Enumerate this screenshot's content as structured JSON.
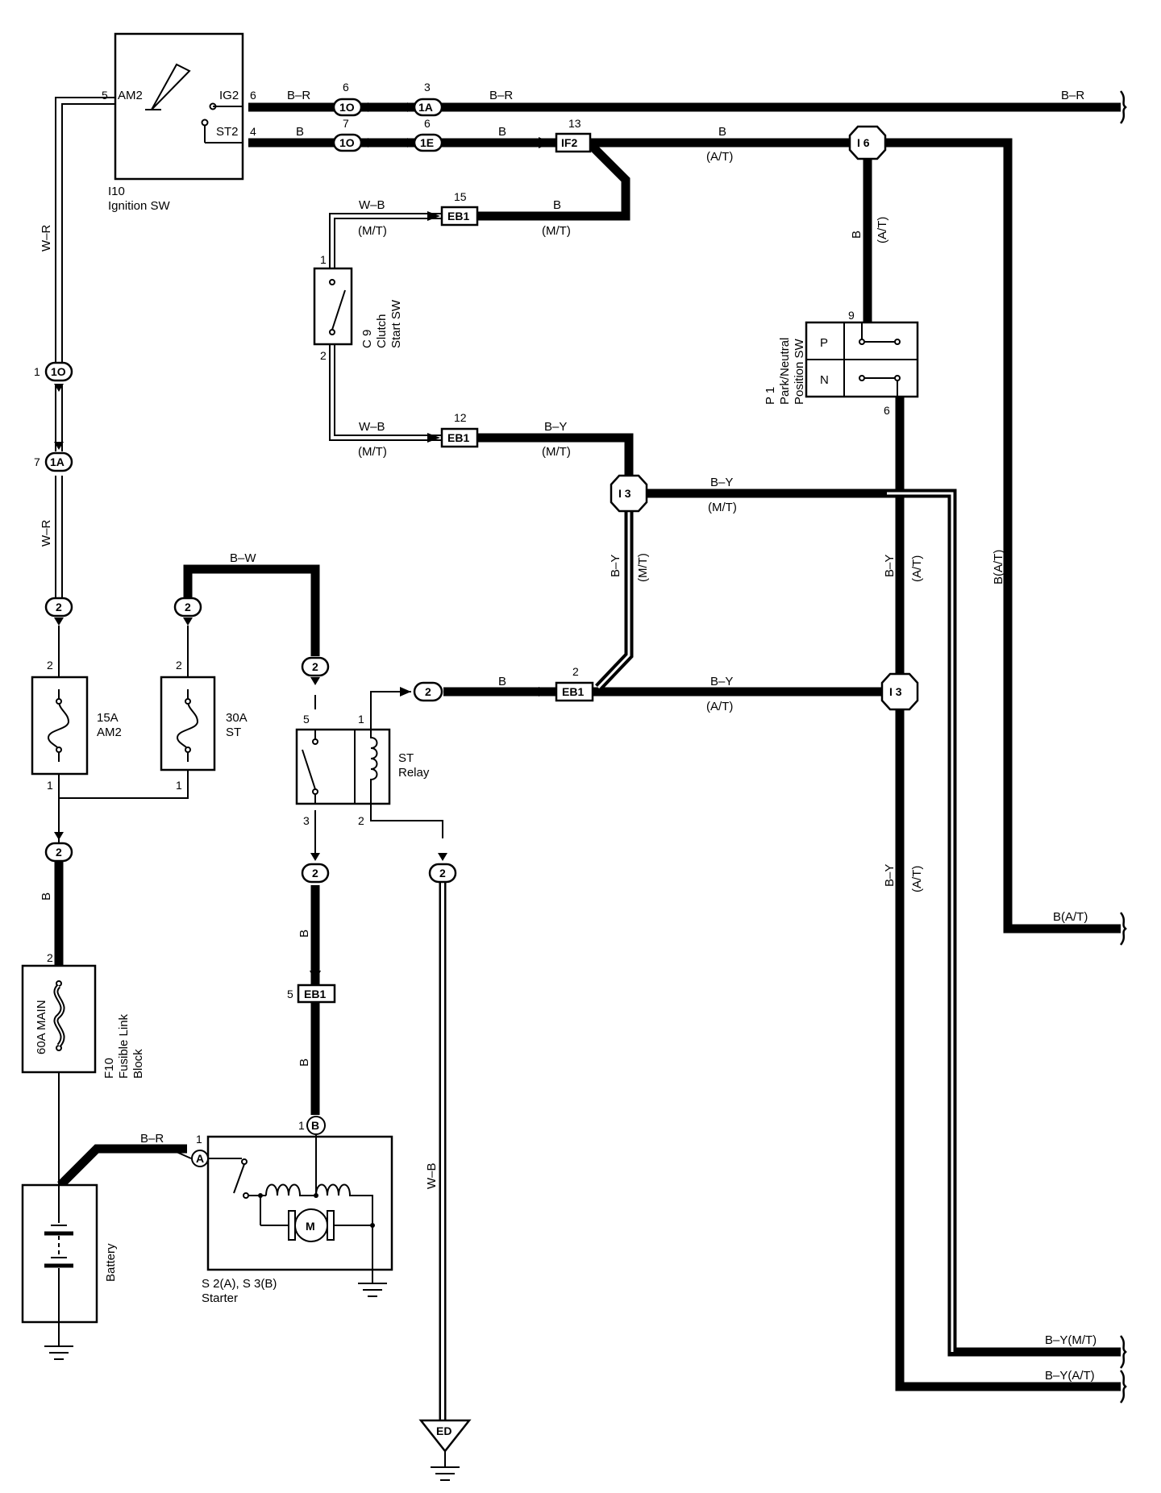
{
  "components": {
    "ignition_sw": {
      "id": "I10",
      "name": "Ignition SW",
      "terminals": {
        "am2": "AM2",
        "ig2": "IG2",
        "st2": "ST2"
      },
      "pins": {
        "am2": "5",
        "ig2": "6",
        "st2": "4"
      }
    },
    "clutch_sw": {
      "id": "C 9",
      "name_line1": "Clutch",
      "name_line2": "Start SW",
      "pins": {
        "top": "1",
        "bottom": "2"
      }
    },
    "pn_sw": {
      "id": "P 1",
      "name_line1": "Park/Neutral",
      "name_line2": "Position SW",
      "positions": [
        "P",
        "N"
      ],
      "pins": {
        "top": "9",
        "bottom": "6"
      }
    },
    "fuse_am2": {
      "rating": "15A",
      "name": "AM2",
      "pins": {
        "top": "2",
        "bottom": "1"
      }
    },
    "fuse_st": {
      "rating": "30A",
      "name": "ST",
      "pins": {
        "top": "2",
        "bottom": "1"
      }
    },
    "st_relay": {
      "name_line1": "ST",
      "name_line2": "Relay",
      "pins": {
        "p5": "5",
        "p1": "1",
        "p3": "3",
        "p2": "2"
      }
    },
    "fusible_link": {
      "id": "F10",
      "rating": "60A MAIN",
      "name_line1": "Fusible Link",
      "name_line2": "Block",
      "pin": "2"
    },
    "battery": {
      "name": "Battery"
    },
    "starter": {
      "id_line": "S 2(A), S 3(B)",
      "name": "Starter",
      "motor": "M",
      "terminal_a": "A",
      "terminal_b": "B",
      "pin_a": "1",
      "pin_b": "1"
    },
    "ground": {
      "name": "ED"
    }
  },
  "connectors": {
    "c_1o_ig": {
      "label": "1O",
      "pin": "6"
    },
    "c_1a_ig": {
      "label": "1A",
      "pin": "3"
    },
    "c_1o_st": {
      "label": "1O",
      "pin": "7"
    },
    "c_1e_st": {
      "label": "1E",
      "pin": "6"
    },
    "c_if2": {
      "label": "IF2",
      "pin": "13"
    },
    "c_i6": {
      "label": "I 6"
    },
    "c_eb1_15": {
      "label": "EB1",
      "pin": "15"
    },
    "c_eb1_12": {
      "label": "EB1",
      "pin": "12"
    },
    "c_i3_mt": {
      "label": "I 3"
    },
    "c_i3_at": {
      "label": "I 3"
    },
    "c_eb1_2": {
      "label": "EB1",
      "pin": "2"
    },
    "c_eb1_5": {
      "label": "EB1",
      "pin": "5"
    },
    "c_1o_left": {
      "label": "1O",
      "pin": "1"
    },
    "c_1a_left": {
      "label": "1A",
      "pin": "7"
    },
    "c_2_am2": {
      "label": "2"
    },
    "c_2_st": {
      "label": "2"
    },
    "c_2_relay5": {
      "label": "2"
    },
    "c_2_relay1": {
      "label": "2"
    },
    "c_2_main": {
      "label": "2"
    },
    "c_2_relay3": {
      "label": "2"
    },
    "c_2_relay2": {
      "label": "2"
    }
  },
  "wires": {
    "w_br_top1": "B–R",
    "w_br_top2": "B–R",
    "w_br_top3": "B–R",
    "w_b_st1": "B",
    "w_b_st2": "B",
    "w_b_at_top": "B",
    "w_at_top": "(A/T)",
    "w_wb_mt15": "W–B",
    "w_mt_wb15": "(M/T)",
    "w_b_mt15": "B",
    "w_mt_b15": "(M/T)",
    "w_b_i6_down": "B",
    "w_at_i6_down": "(A/T)",
    "w_wr_upper": "W–R",
    "w_wb_mt12": "W–B",
    "w_mt_wb12": "(M/T)",
    "w_by_mt12": "B–Y",
    "w_mt_by12": "(M/T)",
    "w_by_i3": "B–Y",
    "w_mt_i3": "(M/T)",
    "w_by_down_mt": "B–Y",
    "w_mt_down": "(M/T)",
    "w_wr_lower": "W–R",
    "w_bw": "B–W",
    "w_b_relay1": "B",
    "w_by_at2": "B–Y",
    "w_at_at2": "(A/T)",
    "w_by_pn": "B–Y",
    "w_at_pn": "(A/T)",
    "w_bat_vert": "B(A/T)",
    "w_b_main": "B",
    "w_b_relay3": "B",
    "w_b_eb1_5": "B",
    "w_br_battery": "B–R",
    "w_wb_ground": "W–B",
    "w_by_low": "B–Y",
    "w_at_low": "(A/T)",
    "w_bat_out": "B(A/T)",
    "w_bymt_out": "B–Y(M/T)",
    "w_byat_out": "B–Y(A/T)"
  }
}
